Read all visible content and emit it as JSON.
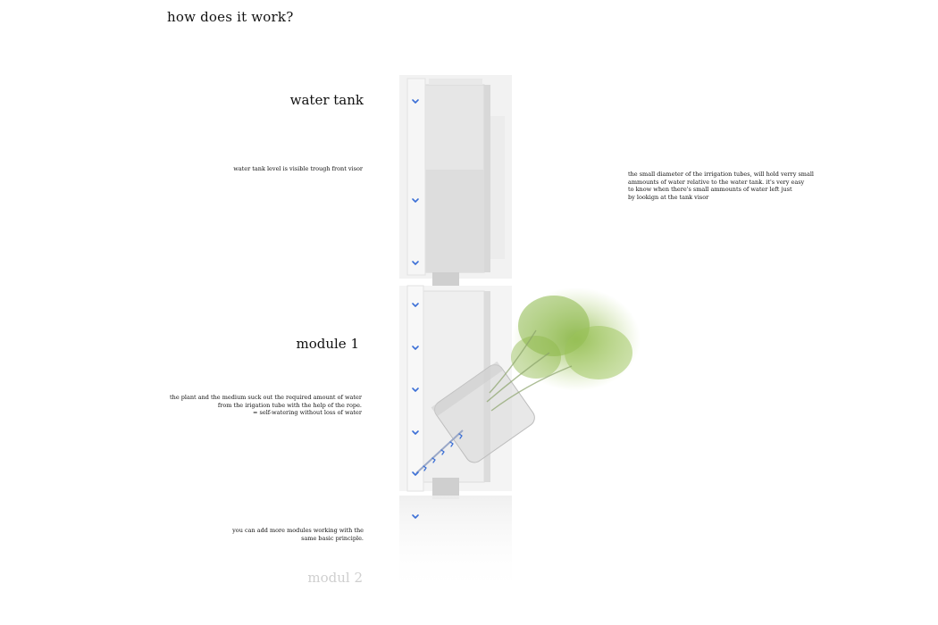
{
  "heading": "how does it work?",
  "labels": {
    "water_tank": "water tank",
    "module_1": "module 1",
    "module_2": "modul 2"
  },
  "notes": {
    "tank_level": "water tank level is visible trough front visor",
    "tube_diameter": "the small diameter of the irrigation tubes, will hold verry small\nammounts of water relative to the water tank. it's very easy\nto know when there's small ammounts of water left just\nby lookign at the tank visor",
    "self_watering": "the plant and the medium suck out the required amount of water\nfrom the irigation tube with the help of the rope.\n= self-watering without loss of water",
    "add_modules": "you can add more modules working with the\nsame basic principle."
  },
  "colors": {
    "arrow": "#3b6fd6",
    "plant": "#8db84a",
    "tank_fill": "#e6e6e6"
  },
  "icons": {
    "flow_arrow": "chevron-down-icon",
    "wick_arrow": "chevron-right-icon"
  }
}
